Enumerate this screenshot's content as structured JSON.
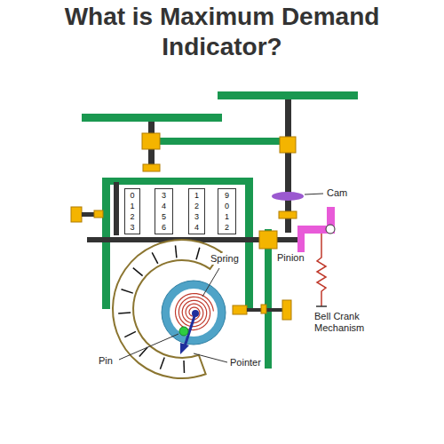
{
  "diagram": {
    "title": "What is Maximum Demand Indicator?",
    "nodes": [
      {
        "text": [
          "0 1 2 3"
        ]
      },
      {
        "text": [
          "3 4 5 6"
        ]
      },
      {
        "text": [
          "1 2 3 4"
        ]
      },
      {
        "text": [
          "9 0 1 2"
        ]
      }
    ],
    "labels": [
      "Cam",
      "Spring",
      "Pinion",
      "Bell Crank Mechanism",
      "Pin",
      "Pointer"
    ]
  }
}
